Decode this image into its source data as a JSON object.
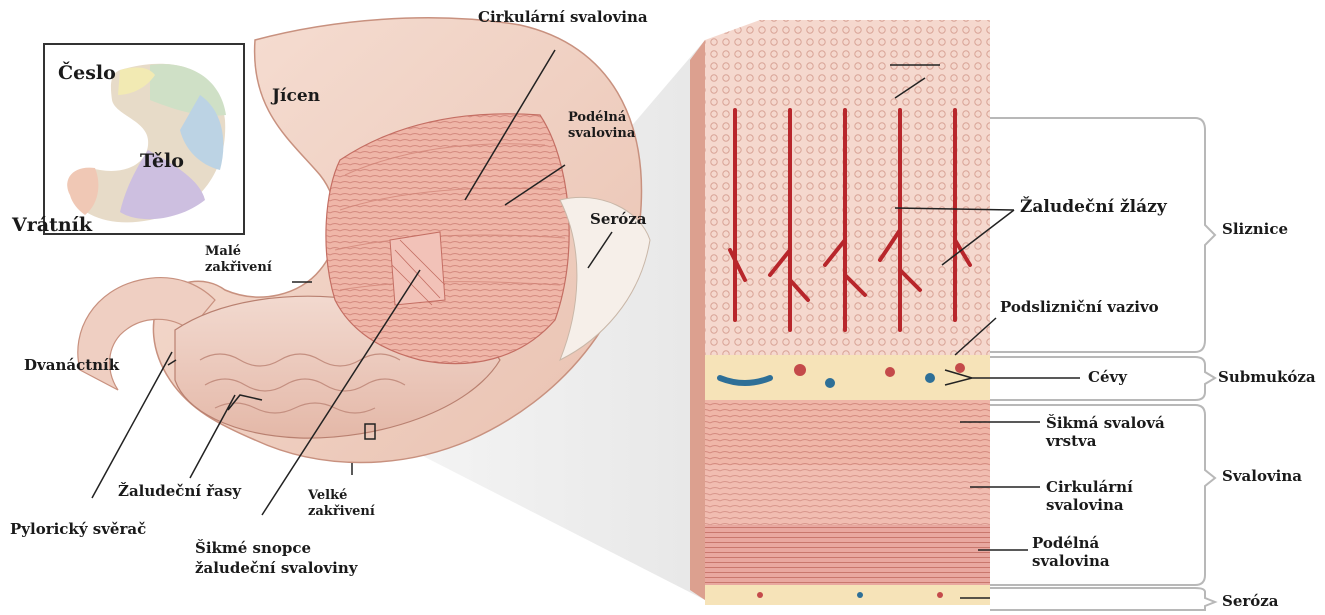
{
  "inset": {
    "fundus": "Česlo",
    "body": "Tělo",
    "pylorus": "Vrátník"
  },
  "stomach_labels": {
    "esophagus": "Jícen",
    "circular_muscle": "Cirkulární svalovina",
    "longitudinal_muscle": "Podélná svalovina",
    "serosa": "Seróza",
    "lesser_curvature": "Malé zakřivení",
    "duodenum": "Dvanáctník",
    "rugae": "Žaludeční řasy",
    "pyloric_sphincter": "Pylorický svěrač",
    "oblique_fibers": "Šikmé snopce žaludeční svaloviny",
    "greater_curvature": "Velké zakřivení"
  },
  "section_labels": {
    "gastric_glands": "Žaludeční žlázy",
    "submucosal_tissue": "Podslizniční vazivo",
    "vessels": "Cévy",
    "oblique_layer": "Šikmá svalová vrstva",
    "circular_muscle": "Cirkulární svalovina",
    "longitudinal_muscle": "Podélná svalovina"
  },
  "layer_brackets": {
    "mucosa": "Sliznice",
    "submucosa": "Submukóza",
    "muscularis": "Svalovina",
    "serosa": "Seróza"
  },
  "colors": {
    "muscle": "#e39a94",
    "stomach_skin": "#f3d5c8",
    "mucosa": "#f4d3c9",
    "submucosa": "#f6e3b8",
    "vessel_blue": "#2e6f97",
    "gland_red": "#b8262b"
  }
}
